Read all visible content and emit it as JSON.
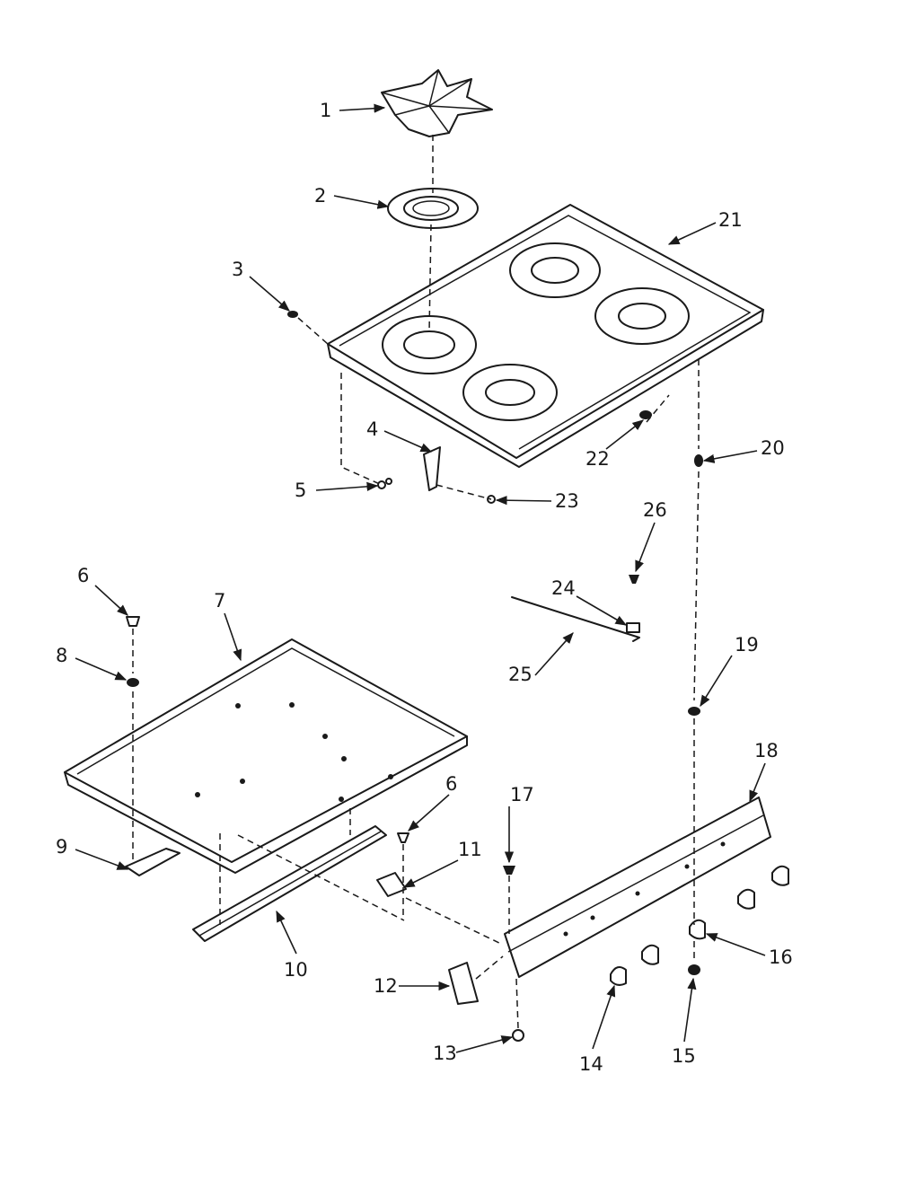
{
  "callouts": [
    "1",
    "2",
    "3",
    "4",
    "5",
    "6",
    "7",
    "8",
    "9",
    "10",
    "11",
    "12",
    "13",
    "14",
    "15",
    "16",
    "17",
    "18",
    "19",
    "20",
    "21",
    "22",
    "23",
    "24",
    "25",
    "26",
    "6"
  ]
}
